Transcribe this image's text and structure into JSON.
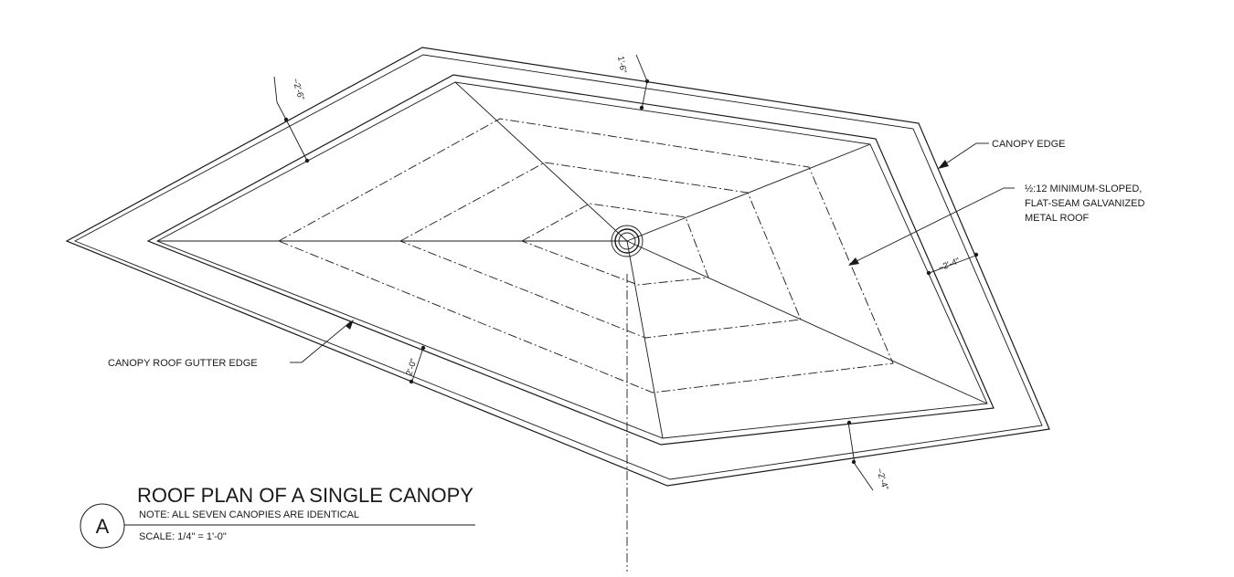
{
  "title": {
    "bubble": "A",
    "main": "ROOF PLAN OF A SINGLE CANOPY",
    "note": "NOTE: ALL SEVEN CANOPIES ARE IDENTICAL",
    "scale": "SCALE: 1/4\" = 1'-0\""
  },
  "labels": {
    "canopy_edge": "CANOPY EDGE",
    "roof_line1": "½:12 MINIMUM-SLOPED,",
    "roof_line2": "FLAT-SEAM GALVANIZED",
    "roof_line3": "METAL ROOF",
    "gutter_edge": "CANOPY ROOF GUTTER EDGE"
  },
  "dimensions": {
    "upper_left": "~2'-6\"",
    "top": "1'-6\"",
    "right": "~2'-4\"",
    "bottom_left": "2'-0\"",
    "bottom_right": "~2'-4\""
  }
}
